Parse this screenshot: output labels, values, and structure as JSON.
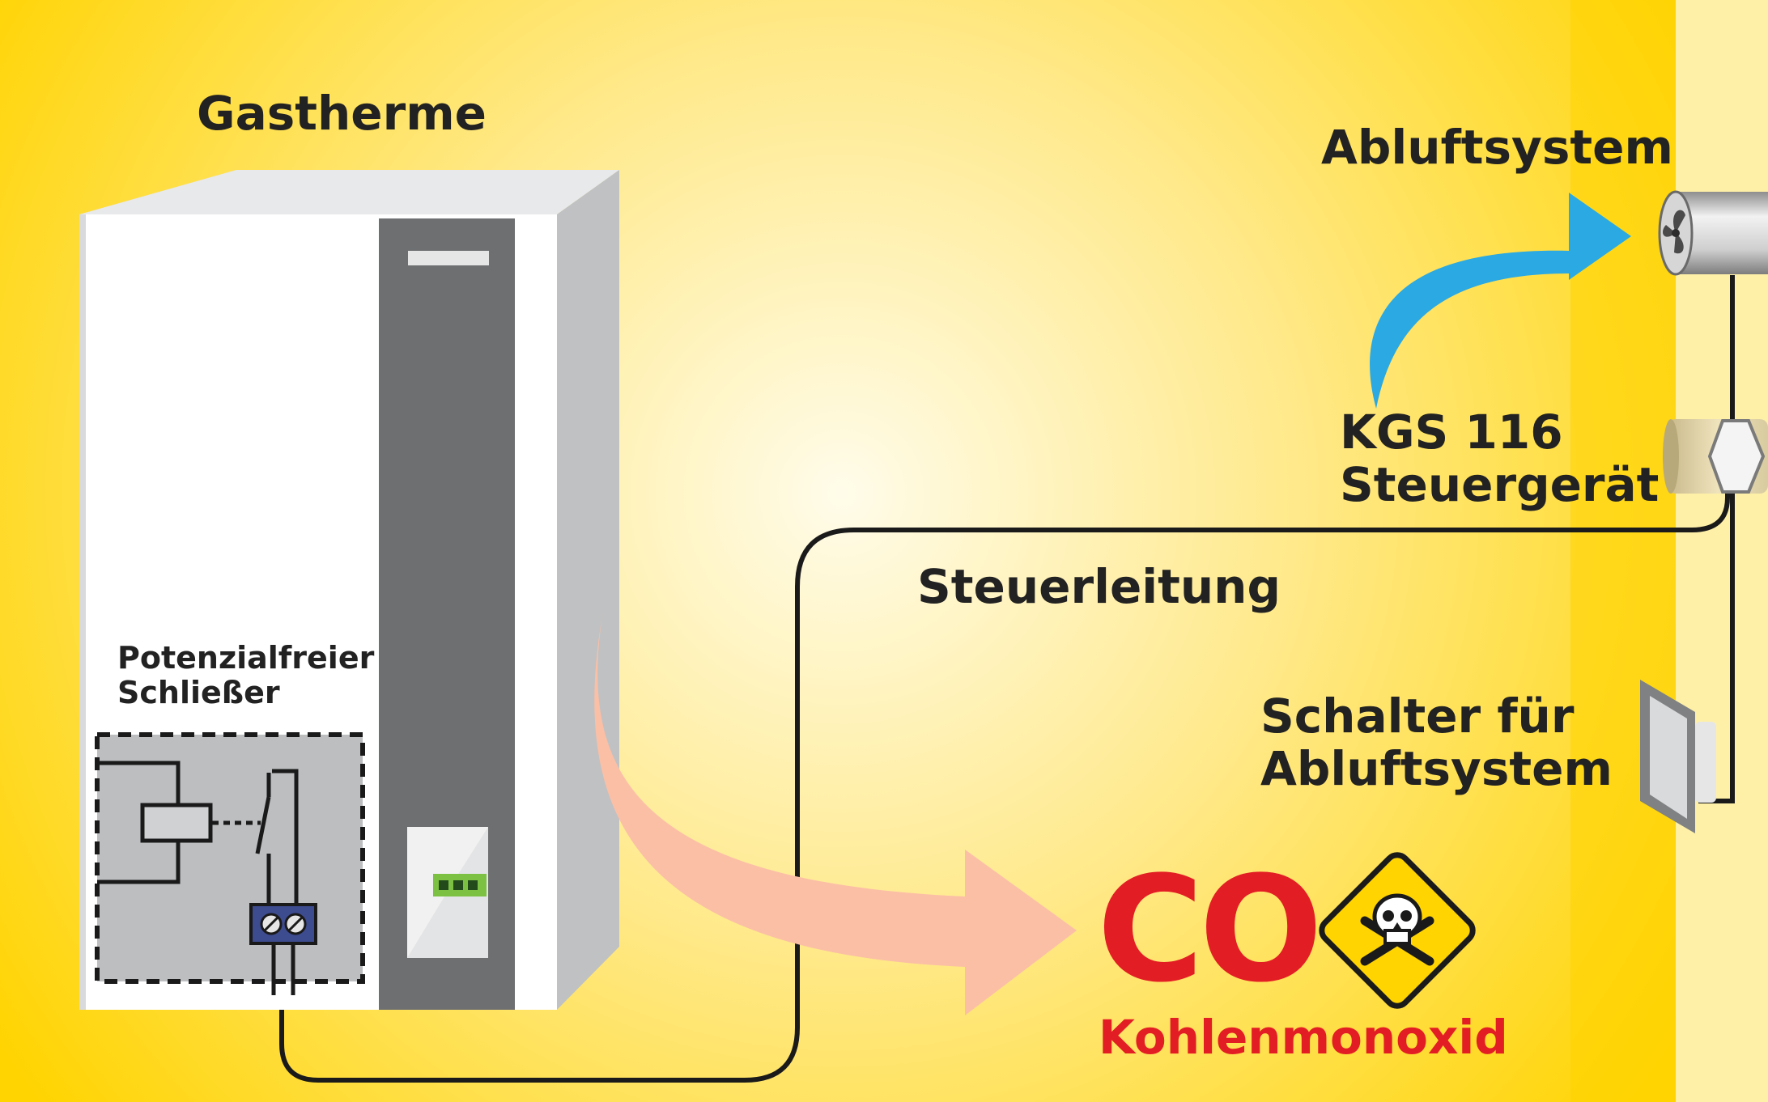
{
  "labels": {
    "gastherme": "Gastherme",
    "abluftsystem": "Abluftsystem",
    "kgs_line1": "KGS 116",
    "kgs_line2": "Steuergerät",
    "steuerleitung": "Steuerleitung",
    "schalter_line1": "Schalter für",
    "schalter_line2": "Abluftsystem",
    "potenzial_line1": "Potenzialfreier",
    "potenzial_line2": "Schließer",
    "co": "CO",
    "kohlenmonoxid": "Kohlenmonoxid"
  },
  "colors": {
    "background_edge": "#ffd400",
    "background_center": "#fffbe6",
    "wall": "#fff0a8",
    "exhaust_arrow": "#2aa9e3",
    "co_arrow": "#fbbfa6",
    "co_red": "#e31d24",
    "warning_sign": "#ffd400",
    "cable": "#1a1a1a"
  },
  "icons": [
    "skull-crossbones-icon",
    "fan-icon",
    "switch-icon",
    "relay-icon"
  ]
}
